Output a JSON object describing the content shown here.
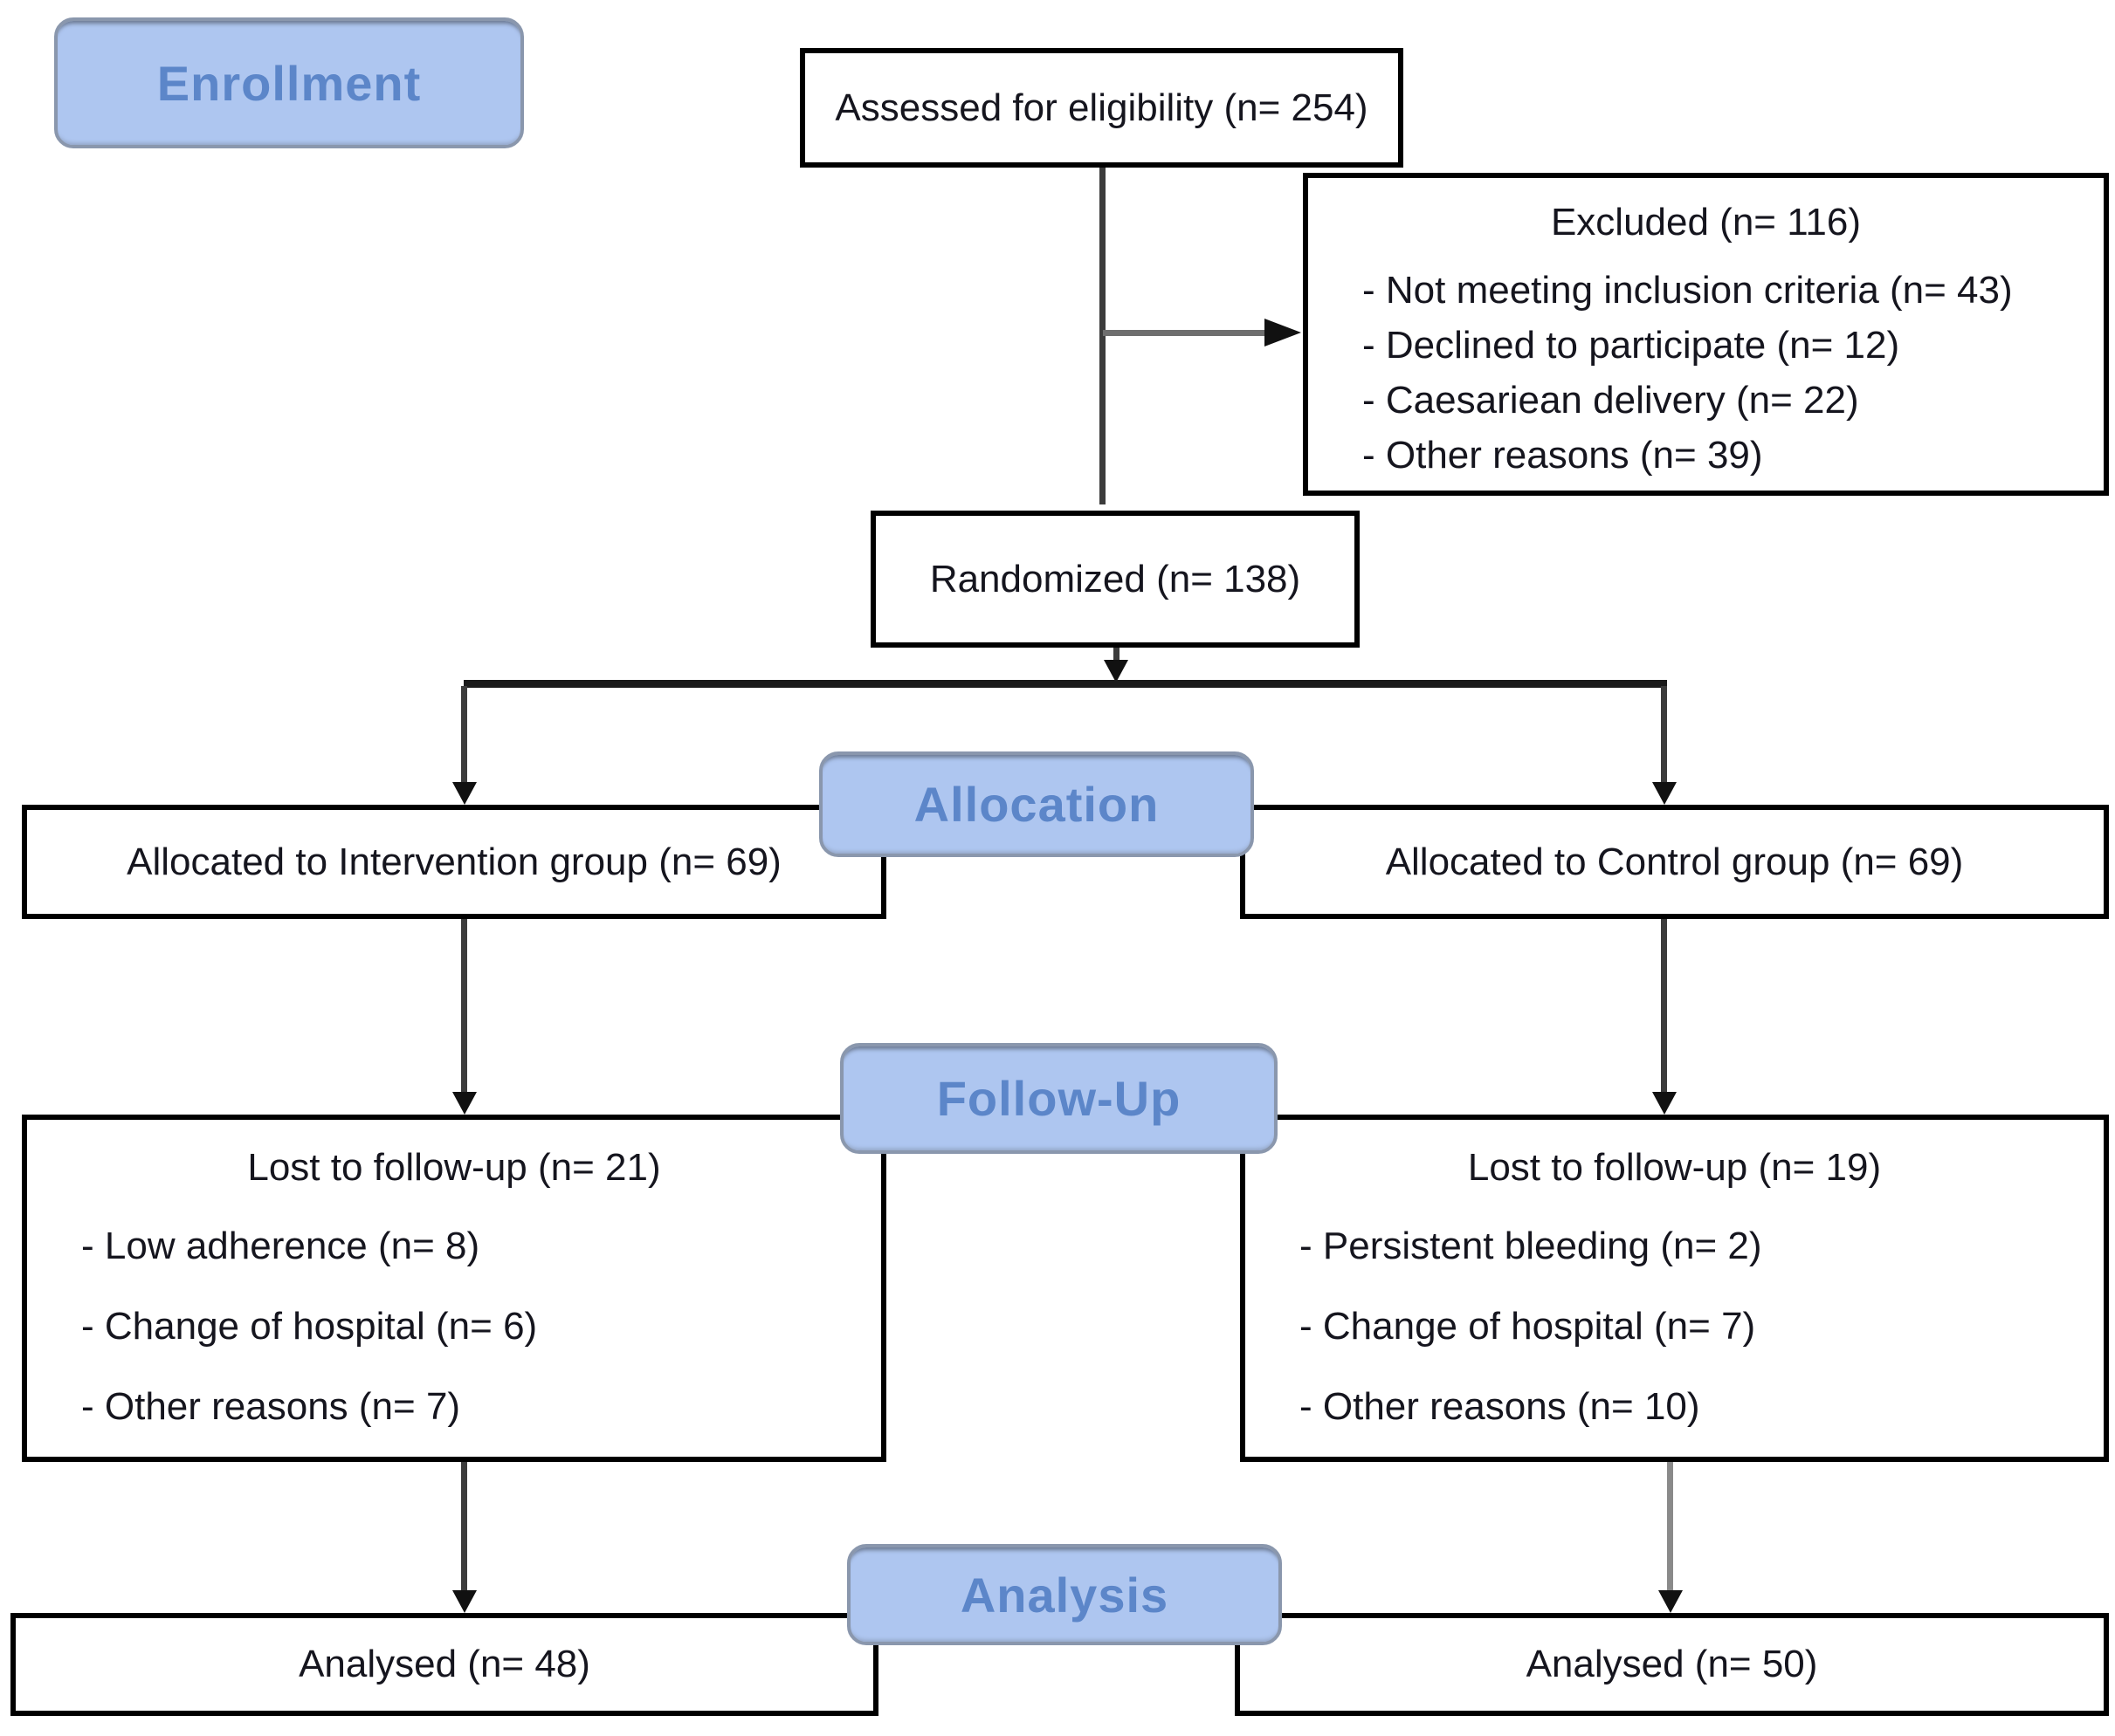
{
  "diagram_type": "consort-participant-flow",
  "stages": {
    "enrollment": "Enrollment",
    "allocation": "Allocation",
    "followup": "Follow-Up",
    "analysis": "Analysis"
  },
  "nodes": {
    "assessed": {
      "label": "Assessed for eligibility (n= 254)"
    },
    "excluded": {
      "title": "Excluded (n= 116)",
      "items": [
        "- Not meeting inclusion criteria (n= 43)",
        "- Declined to participate (n= 12)",
        "- Caesariean delivery (n= 22)",
        "- Other reasons (n= 39)"
      ]
    },
    "randomized": {
      "label": "Randomized (n= 138)"
    },
    "allocated_intervention": {
      "label": "Allocated to Intervention group (n= 69)"
    },
    "allocated_control": {
      "label": "Allocated to Control group (n= 69)"
    },
    "lost_intervention": {
      "title": "Lost to follow-up (n= 21)",
      "items": [
        "- Low adherence (n= 8)",
        "- Change of hospital (n= 6)",
        "- Other reasons (n= 7)"
      ]
    },
    "lost_control": {
      "title": "Lost to follow-up (n= 19)",
      "items": [
        "- Persistent bleeding (n= 2)",
        "- Change of hospital (n= 7)",
        "- Other reasons (n= 10)"
      ]
    },
    "analysed_intervention": {
      "label": "Analysed (n= 48)"
    },
    "analysed_control": {
      "label": "Analysed (n= 50)"
    }
  },
  "colors": {
    "stage_fill": "#aec6f0",
    "stage_border": "#8a97ad",
    "stage_text": "#5c86c9",
    "box_background": "#ffffff",
    "box_border": "#000000",
    "box_text": "#15151e",
    "connector_dark": "#3c3c3c",
    "connector_gray": "#8a8a8a",
    "excluded_arrow_gray": "#6e6e6e",
    "arrowhead": "#111111"
  }
}
